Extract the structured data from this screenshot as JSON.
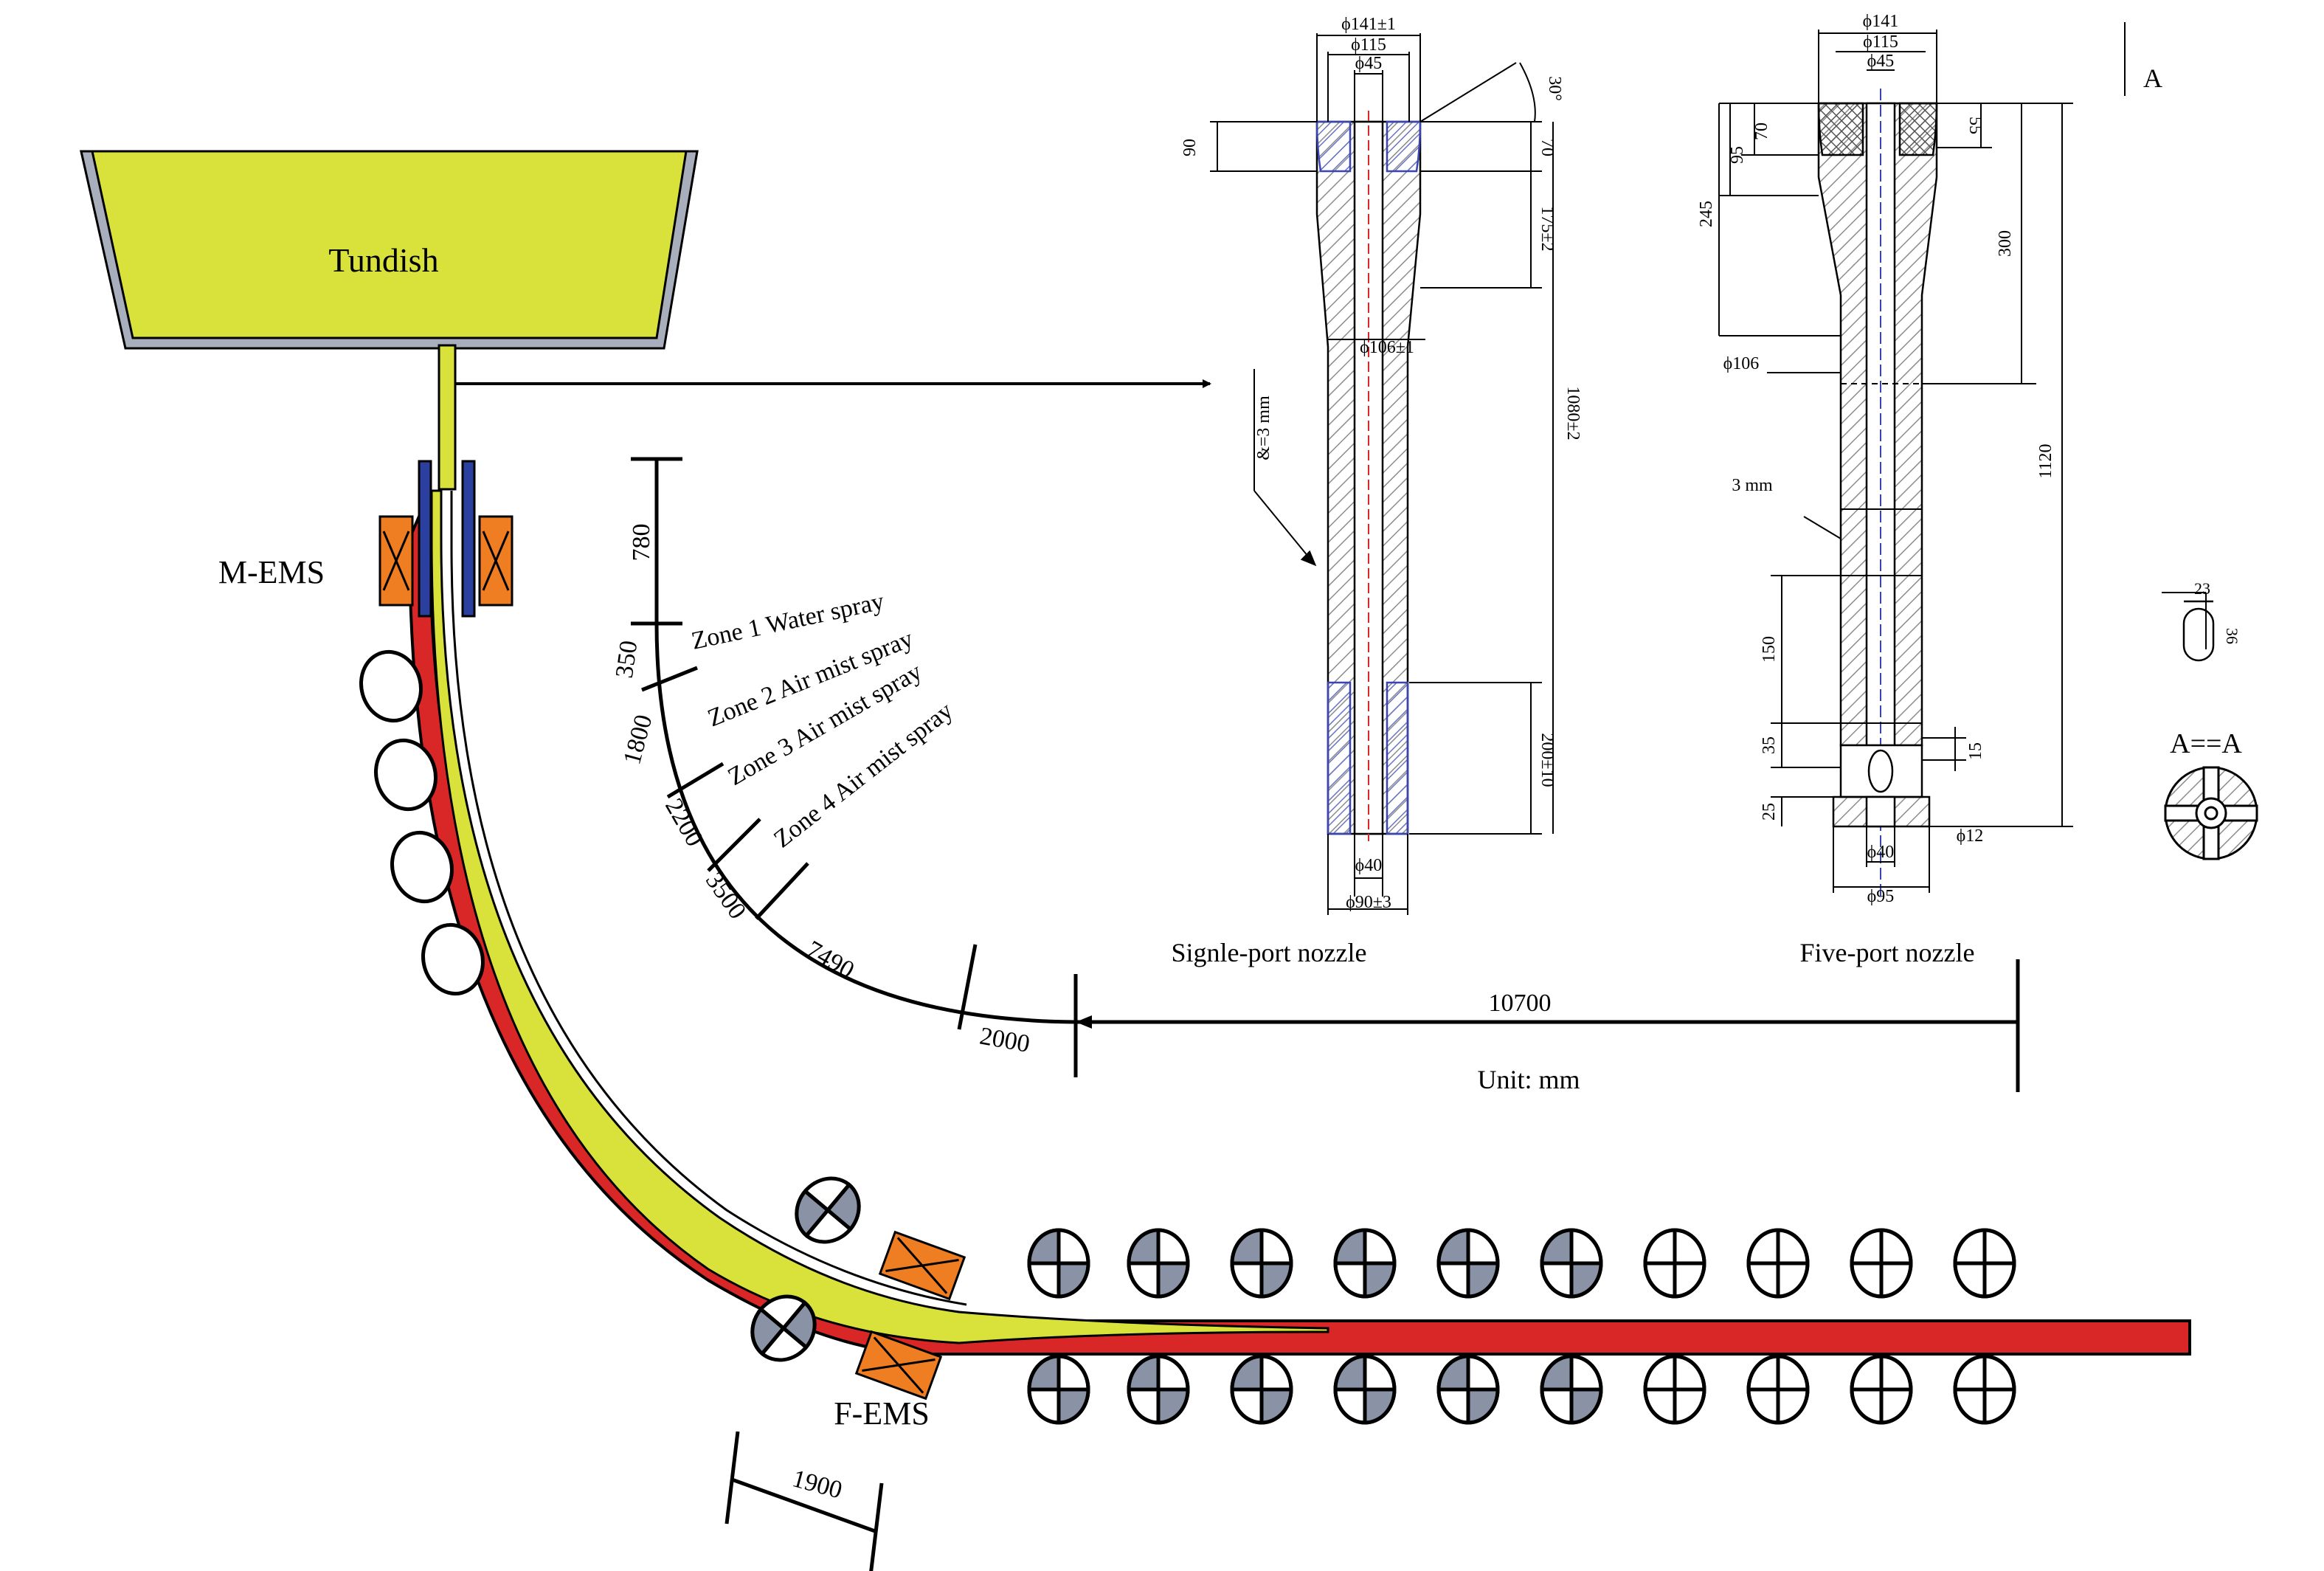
{
  "labels": {
    "tundish": "Tundish",
    "m_ems": "M-EMS",
    "f_ems": "F-EMS",
    "single_port": "Signle-port nozzle",
    "five_port": "Five-port nozzle",
    "unit": "Unit: mm",
    "section_mark": "A",
    "section_label": "A==A"
  },
  "zones": [
    "Zone 1 Water spray",
    "Zone 2 Air mist spray",
    "Zone 3 Air mist spray",
    "Zone 4 Air mist spray"
  ],
  "arc_dims": {
    "d780": "780",
    "d350": "350",
    "d1800": "1800",
    "d2200": "2200",
    "d3500": "3500",
    "d7490": "7490",
    "d2000": "2000",
    "d10700": "10700",
    "d1900": "1900"
  },
  "single_nozzle": {
    "phi141": "ϕ141±1",
    "phi115": "ϕ115",
    "phi45": "ϕ45",
    "angle": "30°",
    "d90": "90",
    "d70": "70",
    "d175": "175±2",
    "d1080": "1080±2",
    "phi106": "ϕ106±1",
    "thickness": "&=3 mm",
    "d200": "200±10",
    "phi40": "ϕ40",
    "phi90": "ϕ90±3"
  },
  "five_nozzle": {
    "phi141": "ϕ141",
    "phi115": "ϕ115",
    "phi45": "ϕ45",
    "d95": "95",
    "d70": "70",
    "d55": "55",
    "d245": "245",
    "d300": "300",
    "phi106": "ϕ106",
    "d1120": "1120",
    "thickness": "3 mm",
    "d150": "150",
    "d35": "35",
    "d15": "15",
    "d25": "25",
    "phi12": "ϕ12",
    "phi40": "ϕ40",
    "phi95": "ϕ95",
    "d23": "23",
    "d36": "36"
  },
  "colors": {
    "tundish_fill": "#d9e23a",
    "steel_liquid": "#d9e23a",
    "steel_shell": "#d92727",
    "ems_coil": "#ef7d22",
    "mold": "#2a3f9e",
    "roller_fill": "#8a93a6",
    "nozzle_hatch": "#8c8c8c"
  }
}
